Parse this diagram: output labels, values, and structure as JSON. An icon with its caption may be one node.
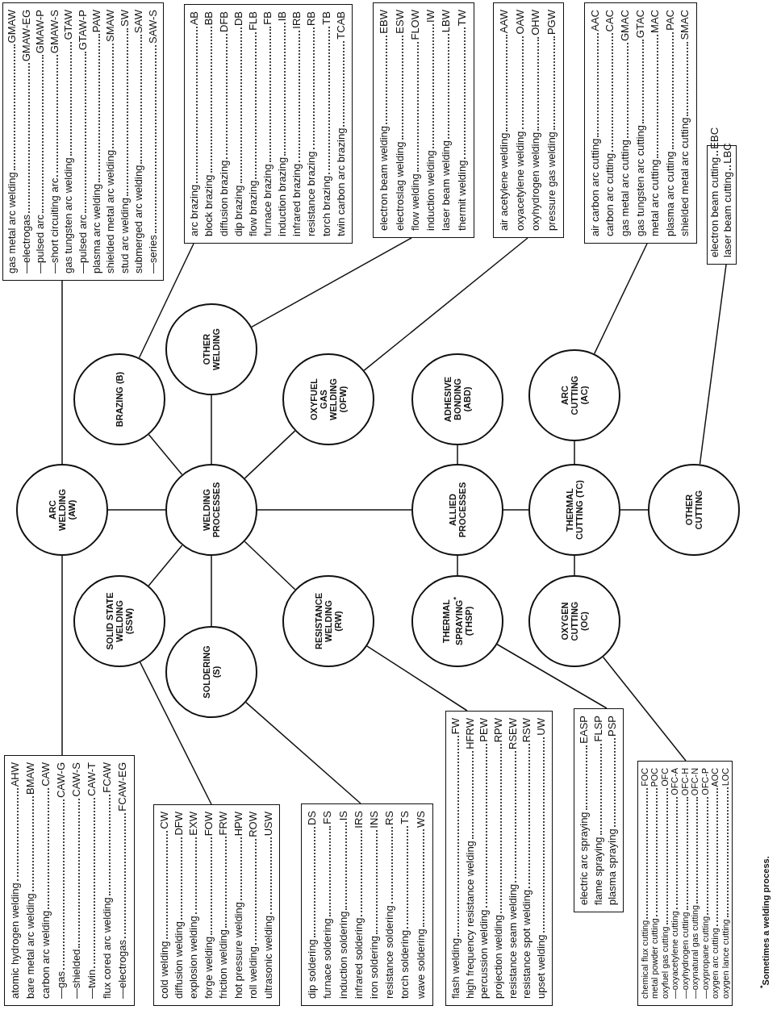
{
  "diagram": {
    "nodes": [
      {
        "text": [
          "WELDING PROCESSES"
        ]
      },
      {
        "text": [
          "ARC WELDING (AW)"
        ]
      },
      {
        "text": [
          "BRAZING (B)"
        ]
      },
      {
        "text": [
          "OTHER WELDING"
        ]
      },
      {
        "text": [
          "OXYFUEL GAS WELDING (OFW)"
        ]
      },
      {
        "text": [
          "SOLID STATE WELDING (SSW)"
        ]
      },
      {
        "text": [
          "SOLDERING (S)"
        ]
      },
      {
        "text": [
          "RESISTANCE WELDING (RW)"
        ]
      },
      {
        "text": [
          "ALLIED PROCESSES"
        ]
      },
      {
        "text": [
          "ADHESIVE BONDING (ABD)"
        ]
      },
      {
        "text": [
          "THERMAL SPRAYING$^{*}$ (THSP)"
        ]
      },
      {
        "text": [
          "THERMAL CUTTING (TC)"
        ]
      },
      {
        "text": [
          "ARC CUTTING (AC)"
        ]
      },
      {
        "text": [
          "OXYGEN CUTTING (OC)"
        ]
      },
      {
        "text": [
          "OTHER CUTTING"
        ]
      },
      {
        "text": [
          "gas metal arc welding",
          "GMAW",
          "—electrogas",
          "GMAW-EG",
          "—pulsed arc",
          "GMAW-P",
          "—short circuiting arc",
          "GMAW-S",
          "gas tungsten arc welding",
          "GTAW",
          "—pulsed arc",
          "GTAW-P",
          "plasma arc welding",
          "PAW",
          "shielded metal arc welding",
          "SMAW",
          "stud arc welding",
          "SW",
          "submerged arc welding",
          "SAW",
          "—series",
          "SAW-S"
        ]
      },
      {
        "text": [
          "arc brazing",
          "AB",
          "block brazing",
          "BB",
          "diffusion brazing",
          "DFB",
          "dip brazing",
          "DB",
          "flow brazing",
          "FLB",
          "furnace brazing",
          "FB",
          "induction brazing",
          "IB",
          "infrared brazing",
          "IRB",
          "resistance brazing",
          "RB",
          "torch brazing",
          "TB",
          "twin carbon arc brazing",
          "TCAB"
        ]
      },
      {
        "text": [
          "electron beam welding",
          "EBW",
          "electroslag welding",
          "ESW",
          "flow welding",
          "FLOW",
          "induction welding",
          "IW",
          "laser beam welding",
          "LBW",
          "thermit welding",
          "TW"
        ]
      },
      {
        "text": [
          "air acetylene welding",
          "AAW",
          "oxyacetylene welding",
          "OAW",
          "oxyhydrogen welding",
          "OHW",
          "pressure gas welding",
          "PGW"
        ]
      },
      {
        "text": [
          "air carbon arc cutting",
          "AAC",
          "carbon arc cutting",
          "CAC",
          "gas metal arc cutting",
          "GMAC",
          "gas tungsten arc cutting",
          "GTAC",
          "metal arc cutting",
          "MAC",
          "plasma arc cutting",
          "PAC",
          "shielded metal arc cutting",
          "SMAC"
        ]
      },
      {
        "text": [
          "electron beam cutting",
          "EBC",
          "laser beam cutting",
          "LBC"
        ]
      },
      {
        "text": [
          "atomic hydrogen welding",
          "AHW",
          "bare metal arc welding",
          "BMAW",
          "carbon arc welding",
          "CAW",
          "—gas",
          "CAW-G",
          "—shielded",
          "CAW-S",
          "—twin",
          "CAW-T",
          "flux cored arc welding",
          "FCAW",
          "—electrogas",
          "FCAW-EG"
        ]
      },
      {
        "text": [
          "cold welding",
          "CW",
          "diffusion welding",
          "DFW",
          "explosion welding",
          "EXW",
          "forge welding",
          "FOW",
          "friction welding",
          "FRW",
          "hot pressure welding",
          "HPW",
          "roll welding",
          "ROW",
          "ultrasonic welding",
          "USW"
        ]
      },
      {
        "text": [
          "dip soldering",
          "DS",
          "furnace soldering",
          "FS",
          "induction soldering",
          "IS",
          "infrared soldering",
          "IRS",
          "iron soldering",
          "INS",
          "resistance soldering",
          "RS",
          "torch soldering",
          "TS",
          "wave soldering",
          "WS"
        ]
      },
      {
        "text": [
          "flash welding",
          "FW",
          "high frequency resistance welding",
          "HFRW",
          "percussion welding",
          "PEW",
          "projection welding",
          "RPW",
          "resistance seam welding",
          "RSEW",
          "resistance spot welding",
          "RSW",
          "upset welding",
          "UW"
        ]
      },
      {
        "text": [
          "electric arc spraying",
          "EASP",
          "flame spraying",
          "FLSP",
          "plasma spraying",
          "PSP"
        ]
      },
      {
        "text": [
          "chemical flux cutting",
          "FOC",
          "metal powder cutting",
          "POC",
          "oxyfuel gas cutting",
          "OFC",
          "—oxyacetylene cutting",
          "OFC-A",
          "—oxyhydrogen cutting",
          "OFC-H",
          "—oxynatural gas cutting",
          "OFC-N",
          "—oxypropane cutting",
          "OFC-P",
          "oxygen arc cutting",
          "AOC",
          "oxygen lance cutting",
          "LOC"
        ]
      }
    ],
    "edges": [
      {
        "from": 0,
        "to": 1,
        "arrow": "none"
      },
      {
        "from": 0,
        "to": 2,
        "arrow": "none"
      },
      {
        "from": 0,
        "to": 3,
        "arrow": "none"
      },
      {
        "from": 0,
        "to": 4,
        "arrow": "none"
      },
      {
        "from": 0,
        "to": 5,
        "arrow": "none"
      },
      {
        "from": 0,
        "to": 6,
        "arrow": "none"
      },
      {
        "from": 0,
        "to": 7,
        "arrow": "none"
      },
      {
        "from": 0,
        "to": 8,
        "arrow": "none"
      },
      {
        "from": 8,
        "to": 9,
        "arrow": "none"
      },
      {
        "from": 8,
        "to": 10,
        "arrow": "none"
      },
      {
        "from": 8,
        "to": 11,
        "arrow": "none"
      },
      {
        "from": 11,
        "to": 12,
        "arrow": "none"
      },
      {
        "from": 11,
        "to": 13,
        "arrow": "none"
      },
      {
        "from": 11,
        "to": 14,
        "arrow": "none"
      },
      {
        "from": 1,
        "to": 15,
        "arrow": "none"
      },
      {
        "from": 2,
        "to": 16,
        "arrow": "none"
      },
      {
        "from": 3,
        "to": 17,
        "arrow": "none"
      },
      {
        "from": 4,
        "to": 18,
        "arrow": "none"
      },
      {
        "from": 12,
        "to": 19,
        "arrow": "none"
      },
      {
        "from": 14,
        "to": 20,
        "arrow": "none"
      },
      {
        "from": 1,
        "to": 21,
        "arrow": "none"
      },
      {
        "from": 5,
        "to": 22,
        "arrow": "none"
      },
      {
        "from": 6,
        "to": 23,
        "arrow": "none"
      },
      {
        "from": 7,
        "to": 24,
        "arrow": "none"
      },
      {
        "from": 10,
        "to": 25,
        "arrow": "none"
      },
      {
        "from": 13,
        "to": 26,
        "arrow": "none"
      }
    ],
    "labels": [
      "$^{*}$Sometimes a welding process."
    ]
  }
}
